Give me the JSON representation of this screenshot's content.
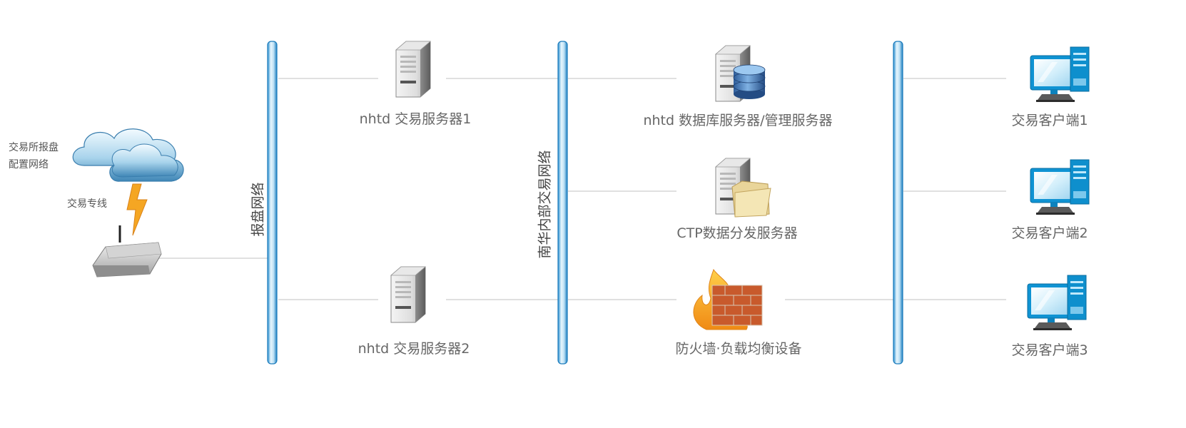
{
  "networks": {
    "market_network": "报盘网络",
    "internal_network": "南华内部交易网络"
  },
  "exchange": {
    "line1": "交易所报盘",
    "line2": "配置网络",
    "dedicated_line": "交易专线"
  },
  "servers": {
    "trade1": "nhtd 交易服务器1",
    "trade2": "nhtd 交易服务器2",
    "database": "nhtd 数据库服务器/管理服务器",
    "ctp": "CTP数据分发服务器",
    "firewall": "防火墙·负载均衡设备"
  },
  "clients": [
    "交易客户端1",
    "交易客户端2",
    "交易客户端3"
  ],
  "icons": {
    "cloud": "cloud-icon",
    "lightning": "lightning-icon",
    "router": "router-icon",
    "server": "server-icon",
    "database": "database-icon",
    "folder": "folder-icon",
    "firewall": "firewall-icon",
    "computer": "computer-icon"
  },
  "colors": {
    "bus_fill": "#cfe9f7",
    "bus_stroke": "#1f86c6",
    "connector": "#d6d6d6",
    "label": "#666666"
  }
}
